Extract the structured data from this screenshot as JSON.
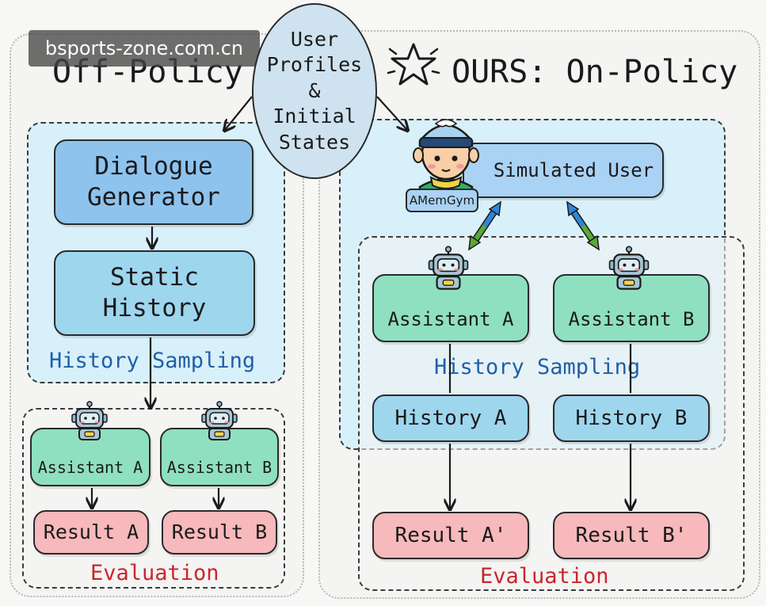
{
  "watermark": "bsports-zone.com.cn",
  "off_policy": {
    "title": "Off-Policy",
    "dialogue_generator": "Dialogue\nGenerator",
    "static_history": "Static\nHistory",
    "history_sampling": "History Sampling",
    "assistant_a": "Assistant A",
    "assistant_b": "Assistant B",
    "result_a": "Result A",
    "result_b": "Result B",
    "evaluation": "Evaluation"
  },
  "center": {
    "user_profiles": "User\nProfiles\n&\nInitial\nStates"
  },
  "on_policy": {
    "title": "OURS: On-Policy",
    "simulated_user": "Simulated User",
    "badge": "AMemGym",
    "assistant_a": "Assistant A",
    "assistant_b": "Assistant B",
    "history_sampling": "History Sampling",
    "history_a": "History A",
    "history_b": "History B",
    "result_a": "Result A'",
    "result_b": "Result B'",
    "evaluation": "Evaluation"
  },
  "colors": {
    "section_label": "#1f5fa8",
    "evaluation_label": "#c9262d",
    "arrow_blue": "#2f86d8",
    "arrow_green": "#5aa83a"
  }
}
